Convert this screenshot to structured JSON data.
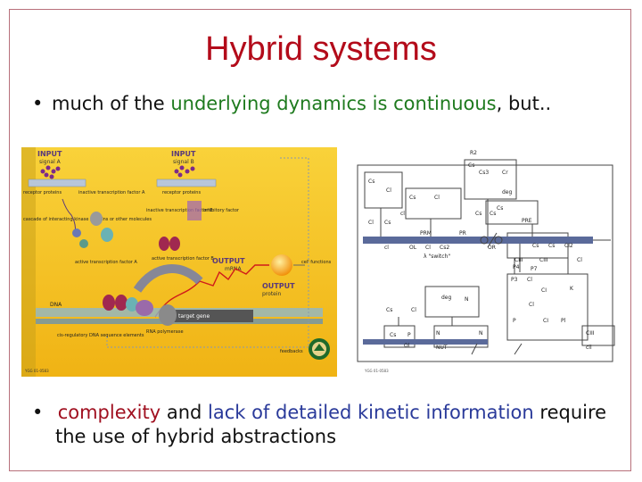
{
  "slide": {
    "title": "Hybrid systems",
    "bullet1": {
      "marker": "•",
      "pre": "much of the ",
      "highlight": "underlying dynamics is continuous",
      "post": ", but.."
    },
    "bullet2": {
      "marker": "•",
      "h1": "complexity",
      "mid": " and ",
      "h2": "lack of detailed kinetic information",
      "post": " require",
      "line2": "the use of hybrid abstractions"
    }
  },
  "left_figure": {
    "input_a": "INPUT",
    "signal_a": "signal A",
    "input_b": "INPUT",
    "signal_b": "signal B",
    "receptor_a": "receptor proteins",
    "receptor_b": "receptor proteins",
    "inactive_tf_a": "inactive transcription factor A",
    "inactive_tf_b": "inactive transcription factor B",
    "inhibitory_factor": "inhibitory factor",
    "cascade": "cascade of interacting kinase proteins or other molecules",
    "active_tf_a": "active transcription factor A",
    "active_tf_b": "active transcription factor B",
    "output_mrna_title": "OUTPUT",
    "output_mrna": "mRNA",
    "output_protein_title": "OUTPUT",
    "output_protein": "protein",
    "cell_functions": "cell functions",
    "dna": "DNA",
    "target_gene": "target gene",
    "rna_polymerase": "RNA polymerase",
    "cis_regulatory": "cis-regulatory DNA sequence elements",
    "feedbacks": "feedbacks",
    "code": "YGG 01-0583",
    "colors": {
      "background": "#f6c21a",
      "accent": "#7c2a8a"
    }
  },
  "right_figure": {
    "code": "YGG 01-0583",
    "labels": [
      "R2",
      "Cs",
      "Cs3",
      "Cr",
      "deg",
      "Cs",
      "Cl",
      "Cs",
      "Cl",
      "Cl",
      "Cs",
      "cl",
      "Cs",
      "Cs",
      "PRM",
      "PR",
      "Cs",
      "PRE",
      "cl",
      "OL",
      "Cl",
      "Cs2",
      "Cs",
      "Cs",
      "Cl2",
      "OR",
      "λ \"switch\"",
      "P4",
      "P7",
      "CIII",
      "CIII",
      "Cl",
      "P3",
      "Cl",
      "CI",
      "Cl",
      "K",
      "deg",
      "N",
      "Cs",
      "Cl",
      "P",
      "CI",
      "Pl",
      "Cs",
      "P",
      "N",
      "N",
      "Ol",
      "NUT",
      "CIII",
      "cll"
    ]
  }
}
